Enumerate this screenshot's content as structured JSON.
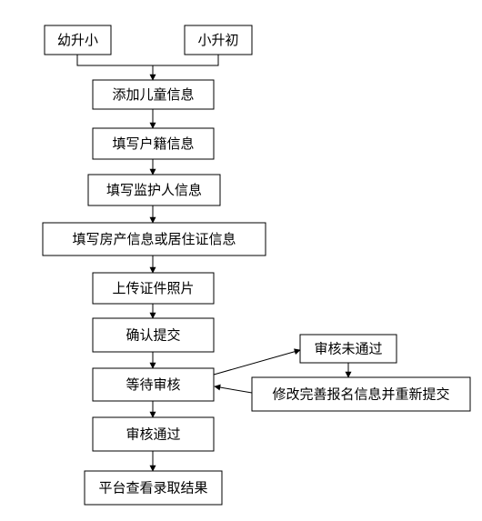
{
  "nodes": {
    "kindergarten": "幼升小",
    "primary": "小升初",
    "add_child": "添加儿童信息",
    "fill_household": "填写户籍信息",
    "fill_guardian": "填写监护人信息",
    "fill_property": "填写房产信息或居住证信息",
    "upload_docs": "上传证件照片",
    "confirm_submit": "确认提交",
    "await_review": "等待审核",
    "review_failed": "审核未通过",
    "revise_resubmit": "修改完善报名信息并重新提交",
    "review_passed": "审核通过",
    "view_result": "平台查看录取结果"
  }
}
